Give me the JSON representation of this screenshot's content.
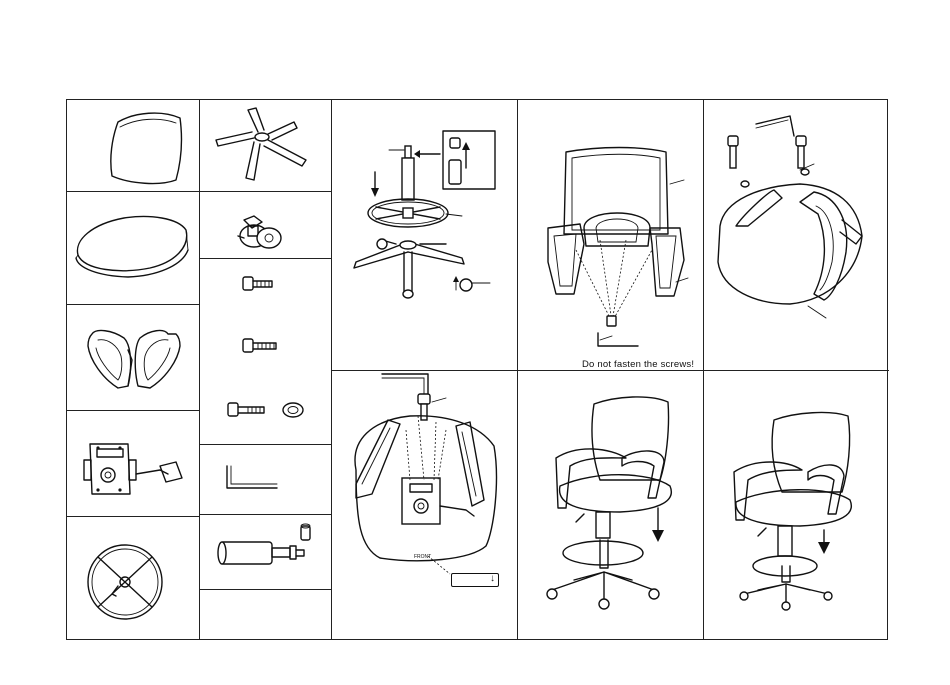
{
  "instructions": {
    "step3_warning": "Do  not fasten the screws!",
    "front_label": "FRONT"
  },
  "parts": [
    {
      "id": "backrest",
      "icon": "backrest-icon"
    },
    {
      "id": "base",
      "icon": "five-star-base-icon"
    },
    {
      "id": "seat",
      "icon": "seat-cushion-icon"
    },
    {
      "id": "caster",
      "icon": "caster-wheel-icon"
    },
    {
      "id": "armrests",
      "icon": "armrest-pair-icon"
    },
    {
      "id": "bolts",
      "icon": "bolt-set-icon"
    },
    {
      "id": "mechanism",
      "icon": "seat-mechanism-icon"
    },
    {
      "id": "allen-key",
      "icon": "allen-key-icon"
    },
    {
      "id": "foot-ring",
      "icon": "foot-ring-icon"
    },
    {
      "id": "gas-lift",
      "icon": "gas-lift-icon"
    }
  ]
}
